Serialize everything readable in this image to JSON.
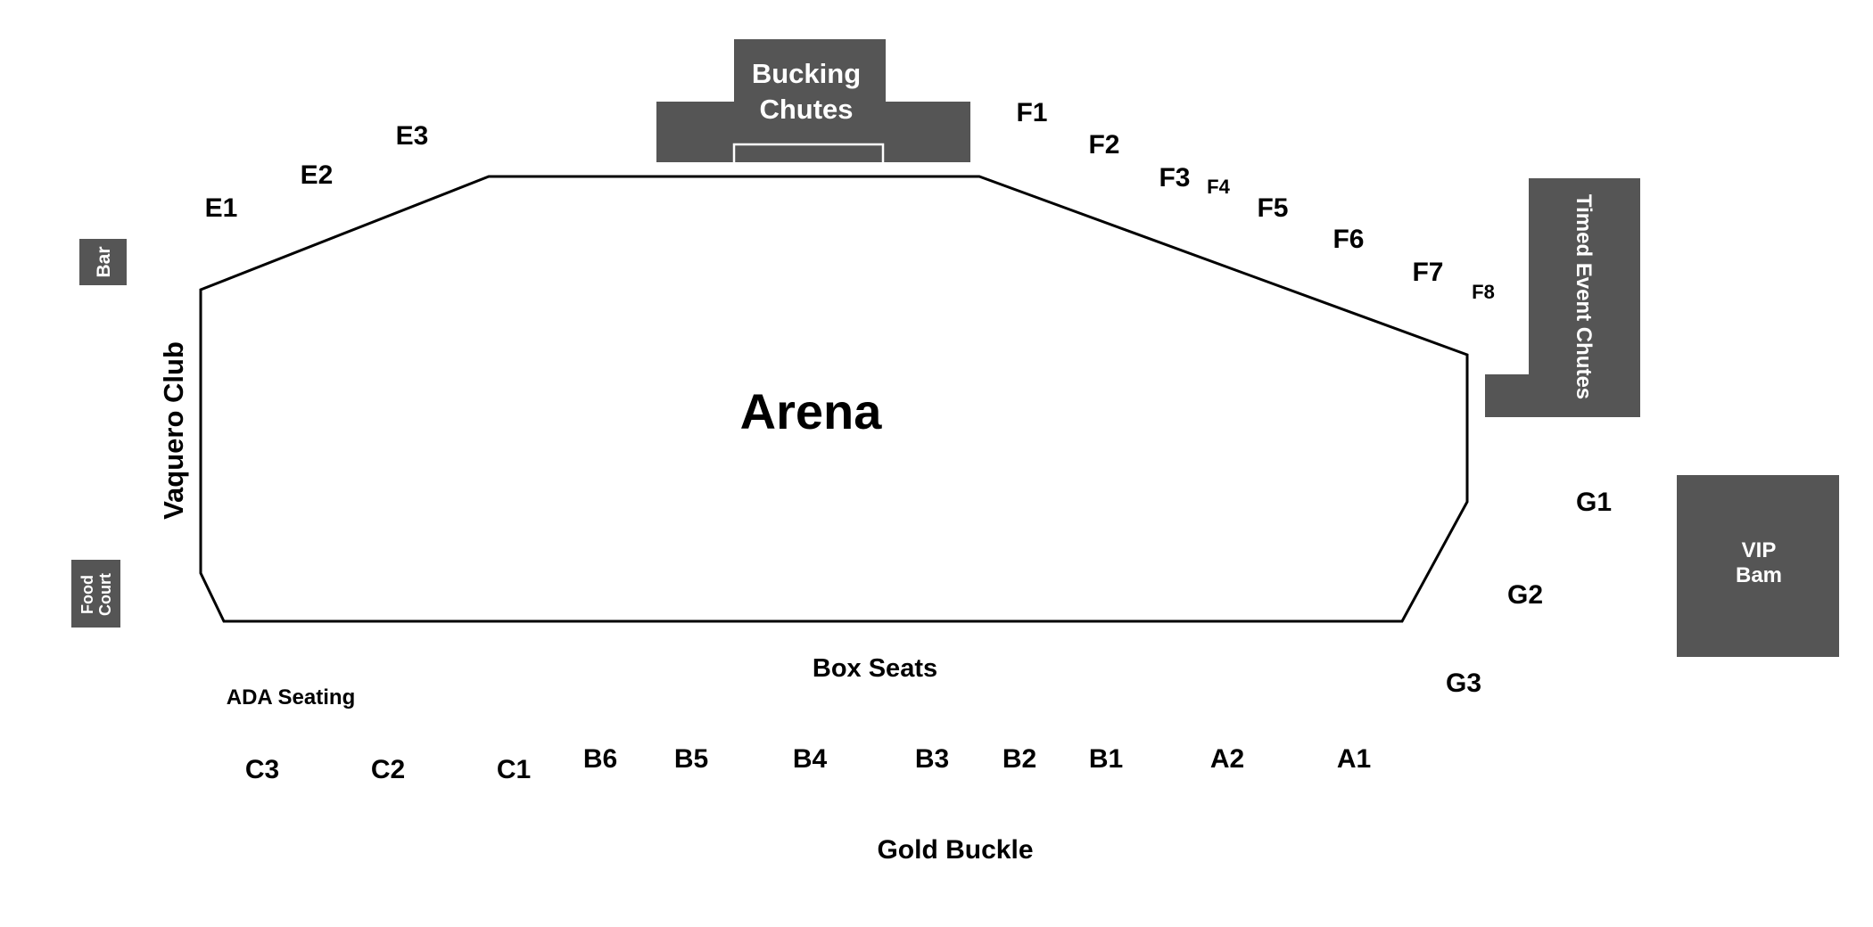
{
  "arena": {
    "label": "Arena"
  },
  "facilities": {
    "bucking_chutes": {
      "line1": "Bucking",
      "line2": "Chutes"
    },
    "timed_event_chutes": {
      "label": "Timed Event Chutes"
    },
    "vip_barn": {
      "line1": "VIP",
      "line2": "Bam"
    },
    "bar": {
      "label": "Bar"
    },
    "food_court": {
      "line1": "Food",
      "line2": "Court"
    }
  },
  "areas": {
    "vaquero_club": "Vaquero Club",
    "box_seats": "Box Seats",
    "ada_seating": "ADA Seating",
    "gold_buckle": "Gold Buckle"
  },
  "sections": {
    "e": [
      "E1",
      "E2",
      "E3"
    ],
    "f": [
      "F1",
      "F2",
      "F3",
      "F4",
      "F5",
      "F6",
      "F7",
      "F8"
    ],
    "g": [
      "G1",
      "G2",
      "G3"
    ],
    "c": [
      "C3",
      "C2",
      "C1"
    ],
    "b": [
      "B6",
      "B5",
      "B4",
      "B3",
      "B2",
      "B1"
    ],
    "a": [
      "A2",
      "A1"
    ]
  },
  "colors": {
    "facility_fill": "#555555",
    "outline": "#000000",
    "background": "#ffffff"
  }
}
